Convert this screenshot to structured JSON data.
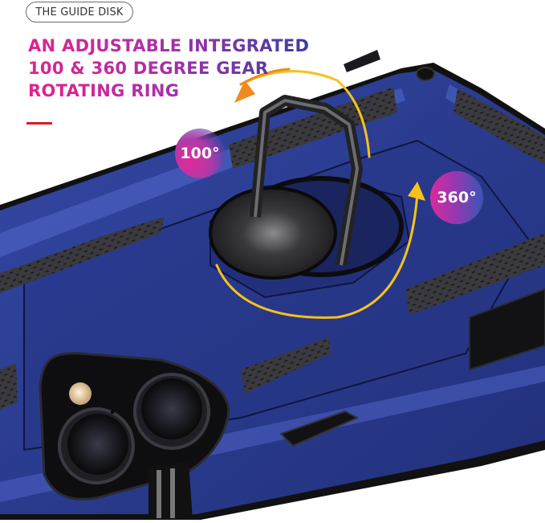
{
  "badge_top": {
    "label": "THE GUIDE DISK"
  },
  "headline": {
    "lines": [
      "AN ADJUSTABLE INTEGRATED",
      "100 & 360 DEGREE GEAR",
      "ROTATING RING"
    ]
  },
  "angle_badges": {
    "tilt": "100°",
    "rotate": "360°"
  },
  "colors": {
    "headline_start": "#e3218f",
    "headline_end": "#3a3fa0",
    "case_blue": "#2c3d8f",
    "case_highlight": "#4e63c4",
    "arrow_yellow": "#f6c21c",
    "arrow_orange": "#f08a1c",
    "accent_rule": "#d0202a"
  },
  "product": {
    "description": "blue rugged phone case with black metal ring kickstand and dual camera cutout"
  }
}
